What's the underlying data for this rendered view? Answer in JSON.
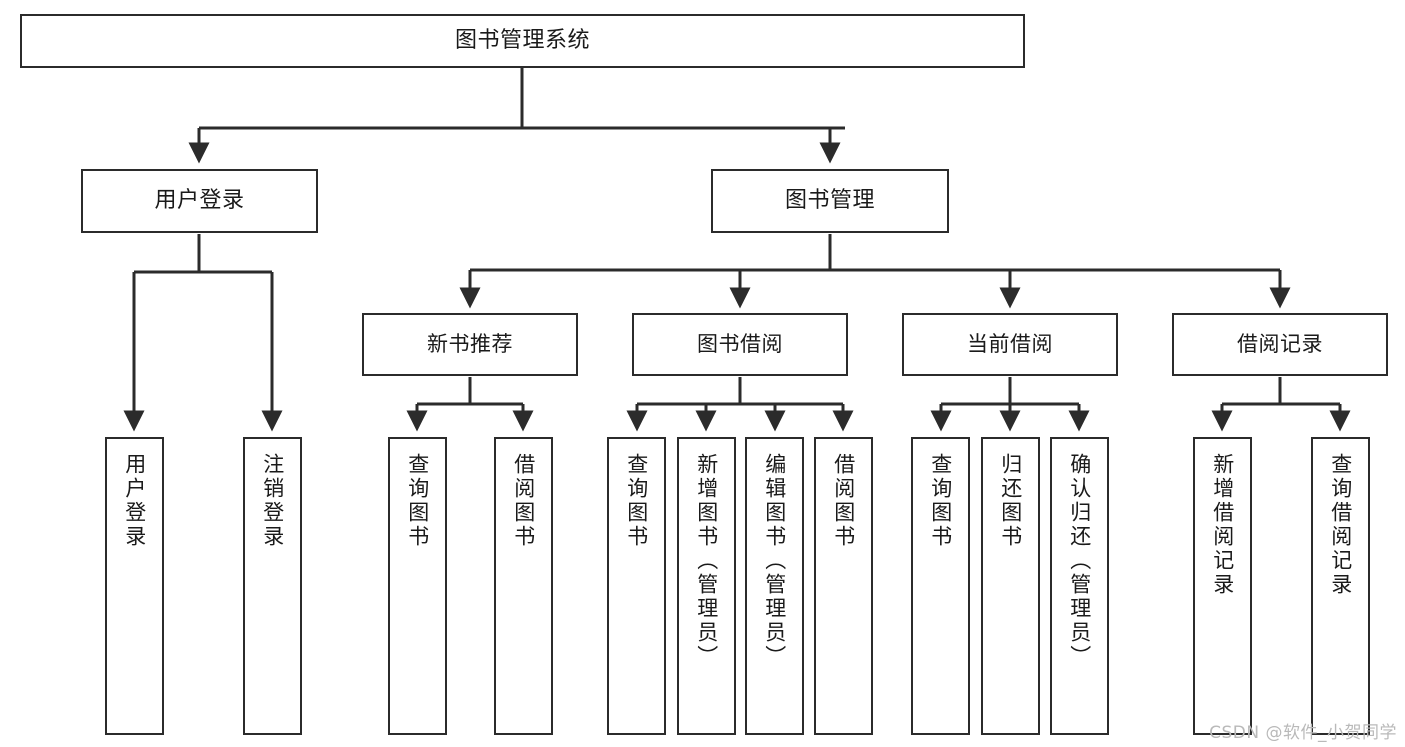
{
  "diagram": {
    "title": "图书管理系统",
    "type": "tree",
    "watermark": "CSDN @软件_小贺同学",
    "line_color": "#2b2b2b",
    "box_fill": "#ffffff",
    "text_color": "#1a1a1a",
    "nodes": {
      "root": {
        "label": "图书管理系统"
      },
      "level2": [
        {
          "label": "用户登录"
        },
        {
          "label": "图书管理"
        }
      ],
      "level3": [
        {
          "label": "新书推荐"
        },
        {
          "label": "图书借阅"
        },
        {
          "label": "当前借阅"
        },
        {
          "label": "借阅记录"
        }
      ],
      "leaves": {
        "user_login": [
          {
            "label": "用户登录"
          },
          {
            "label": "注销登录"
          }
        ],
        "new_book_recommend": [
          {
            "label": "查询图书"
          },
          {
            "label": "借阅图书"
          }
        ],
        "book_borrow": [
          {
            "label": "查询图书"
          },
          {
            "label": "新增图书（管理员）"
          },
          {
            "label": "编辑图书（管理员）"
          },
          {
            "label": "借阅图书"
          }
        ],
        "current_borrow": [
          {
            "label": "查询图书"
          },
          {
            "label": "归还图书"
          },
          {
            "label": "确认归还（管理员）"
          }
        ],
        "borrow_record": [
          {
            "label": "新增借阅记录"
          },
          {
            "label": "查询借阅记录"
          }
        ]
      }
    }
  }
}
